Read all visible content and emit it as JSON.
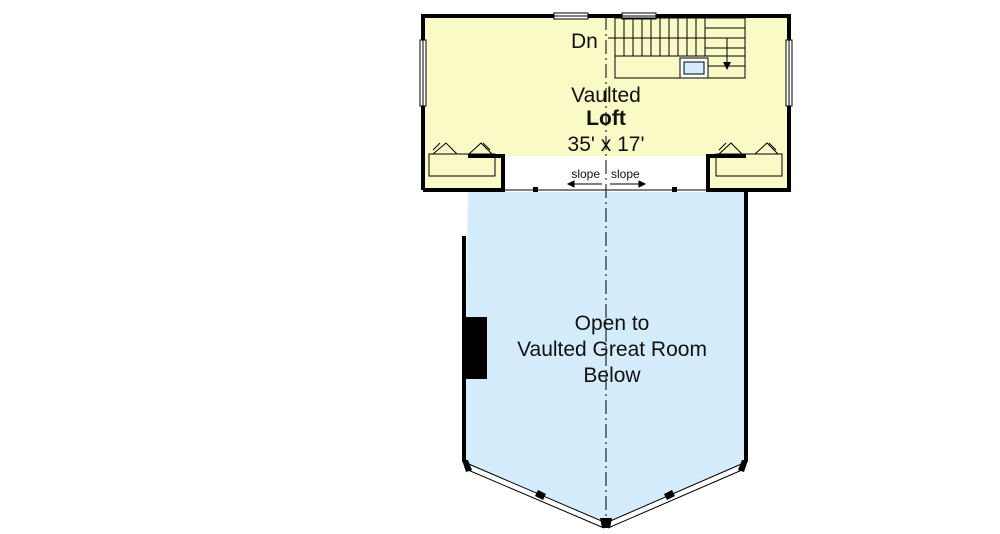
{
  "colors": {
    "loft_fill": "#fafac6",
    "open_fill": "#d4ecfb",
    "wall": "#000000"
  },
  "loft": {
    "stair_label": "Dn",
    "name_line1": "Vaulted",
    "name_line2": "Loft",
    "dimensions": "35' x 17'",
    "slope_left": "slope",
    "slope_right": "slope"
  },
  "open_area": {
    "line1": "Open to",
    "line2": "Vaulted Great Room",
    "line3": "Below"
  }
}
